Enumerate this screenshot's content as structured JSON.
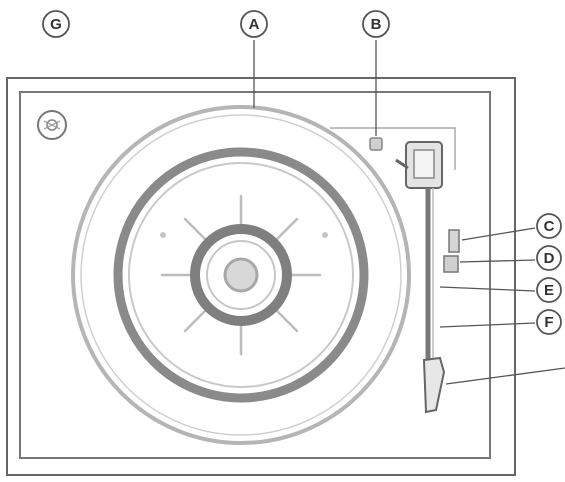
{
  "callouts": {
    "A": "A",
    "B": "B",
    "C": "C",
    "D": "D",
    "E": "E",
    "F": "F",
    "G": "G"
  },
  "colors": {
    "line": "#555555",
    "platter_grey": "#b8b8b8",
    "mat_dark": "#8a8a8a",
    "background": "#ffffff"
  }
}
